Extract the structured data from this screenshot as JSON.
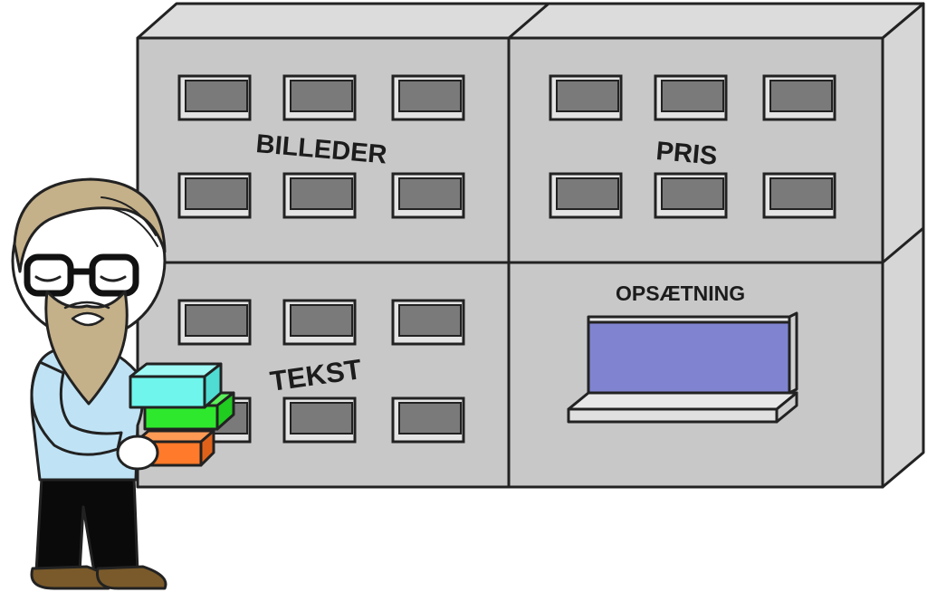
{
  "cabinet": {
    "sections": [
      {
        "key": "billeder",
        "label": "BILLEDER"
      },
      {
        "key": "pris",
        "label": "PRIS"
      },
      {
        "key": "tekst",
        "label": "TEKST"
      },
      {
        "key": "opsaetning",
        "label": "OPSÆTNING"
      }
    ]
  },
  "colors": {
    "cabinet_front": "#c8c8c8",
    "cabinet_side": "#d6d6d6",
    "drawer": "#7a7a7a",
    "screen": "#8084d0",
    "box_cyan": "#6ff5ec",
    "box_green": "#2ee82e",
    "box_orange": "#ff7a2a",
    "shirt": "#bfe3f5",
    "hair": "#c4b089"
  },
  "icons": {
    "character": "bearded-man-with-glasses-icon",
    "boxes": "stacked-boxes-icon",
    "monitor": "laptop-screen-icon"
  }
}
